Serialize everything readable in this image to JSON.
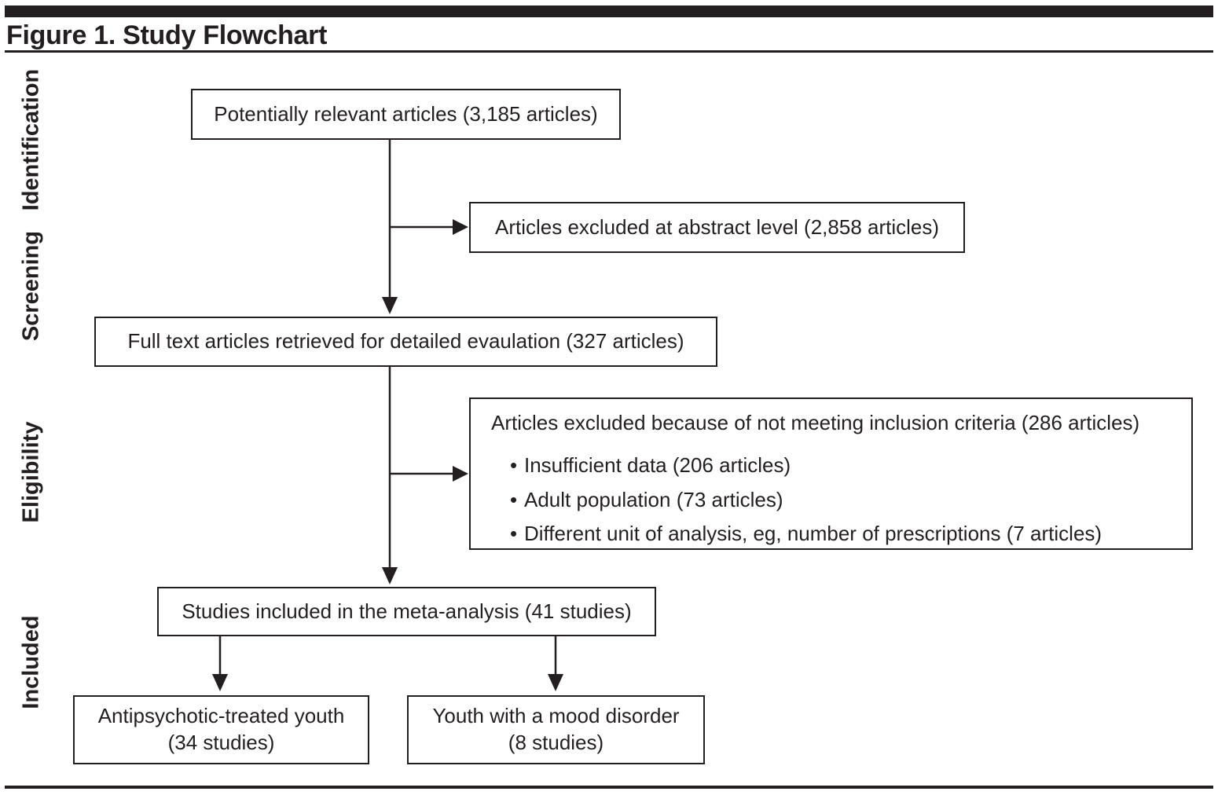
{
  "figure": {
    "title": "Figure 1. Study Flowchart"
  },
  "stages": [
    {
      "label": "Identification"
    },
    {
      "label": "Screening"
    },
    {
      "label": "Eligibility"
    },
    {
      "label": "Included"
    }
  ],
  "boxes": {
    "potentially_relevant": "Potentially relevant articles (3,185 articles)",
    "excluded_abstract": "Articles excluded at abstract level (2,858 articles)",
    "full_text": "Full text articles retrieved for detailed evaulation (327 articles)",
    "excluded_criteria_heading": "Articles excluded because of not meeting inclusion criteria (286 articles)",
    "excluded_criteria_bullets": [
      "Insufficient data (206 articles)",
      "Adult population (73 articles)",
      "Different unit of analysis, eg, number of prescriptions (7 articles)"
    ],
    "included_meta": "Studies included in the meta-analysis (41 studies)",
    "antipsychotic_line1": "Antipsychotic-treated youth",
    "antipsychotic_line2": "(34 studies)",
    "mood_line1": "Youth with a mood disorder",
    "mood_line2": "(8 studies)"
  },
  "colors": {
    "ink": "#231f20",
    "background": "#ffffff"
  }
}
